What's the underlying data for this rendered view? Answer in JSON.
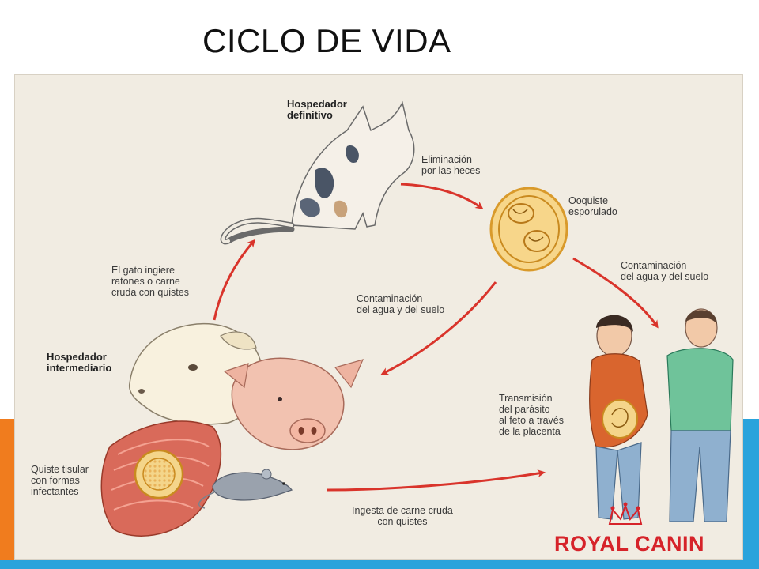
{
  "slide": {
    "title": "CICLO DE VIDA"
  },
  "diagram": {
    "host_definitive": [
      "Hospedador",
      "definitivo"
    ],
    "host_intermediate": [
      "Hospedador",
      "intermediario"
    ],
    "elimination": [
      "Eliminación",
      "por las heces"
    ],
    "oocyst": [
      "Ooquiste",
      "esporulado"
    ],
    "contamination_right": [
      "Contaminación",
      "del agua y del suelo"
    ],
    "contamination_center": [
      "Contaminación",
      "del agua y del suelo"
    ],
    "cat_ingests": [
      "El gato ingiere",
      "ratones o carne",
      "cruda con quistes"
    ],
    "tissue_cyst": [
      "Quiste tisular",
      "con formas",
      "infectantes"
    ],
    "transmission": [
      "Transmisión",
      "del parásito",
      "al feto a través",
      "de la placenta"
    ],
    "ingestion": [
      "Ingesta de carne cruda",
      "con quistes"
    ]
  },
  "logo": {
    "text": "ROYAL CANIN"
  },
  "colors": {
    "arrow": "#d9342b",
    "logo": "#d6232a",
    "orange_band": "#f07c1e",
    "blue_band": "#29a3dc",
    "paper": "#f1ece2"
  }
}
